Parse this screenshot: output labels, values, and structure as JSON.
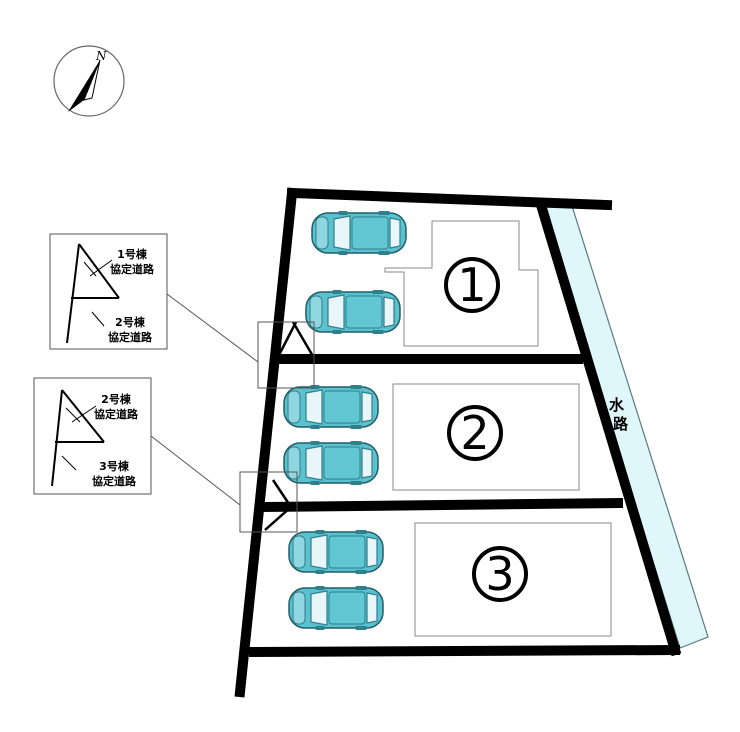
{
  "compass": {
    "north_label": "N",
    "icon": "north-arrow-icon"
  },
  "lots": [
    {
      "label": "1"
    },
    {
      "label": "2"
    },
    {
      "label": "3"
    }
  ],
  "waterway": {
    "chars": [
      "水",
      "路"
    ]
  },
  "insets": [
    {
      "top_line1": "1号棟",
      "top_line2": "協定道路",
      "bottom_line1": "2号棟",
      "bottom_line2": "協定道路"
    },
    {
      "top_line1": "2号棟",
      "top_line2": "協定道路",
      "bottom_line1": "3号棟",
      "bottom_line2": "協定道路"
    }
  ],
  "colors": {
    "boundary": "#000000",
    "water": "#dff6fa",
    "car_body": "#5bc1cf",
    "car_window": "#bfe5ee",
    "car_dark": "#2f7f8c"
  },
  "icons": {
    "car": "car-icon"
  }
}
